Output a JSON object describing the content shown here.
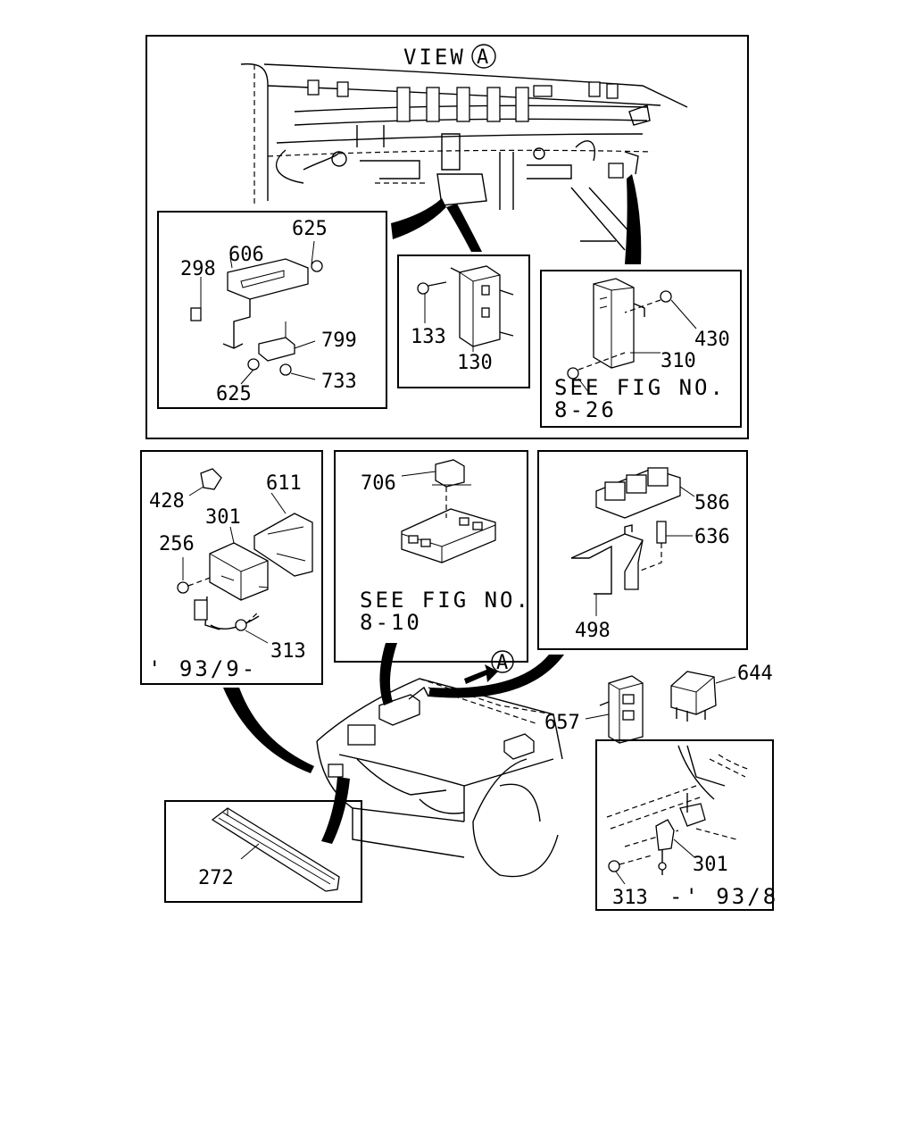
{
  "view": {
    "title": "VIEW",
    "marker": "A"
  },
  "front_marker": "A",
  "panels": {
    "bracket": {
      "parts": [
        "625",
        "606",
        "298",
        "799",
        "625",
        "733"
      ]
    },
    "relay_box": {
      "parts": [
        "133",
        "130"
      ]
    },
    "control_unit": {
      "parts": [
        "430",
        "310"
      ],
      "note_line1": "SEE FIG NO.",
      "note_line2": "8-26"
    },
    "horn": {
      "parts": [
        "428",
        "611",
        "301",
        "256",
        "313"
      ],
      "date": "' 93/9-"
    },
    "fuse_block": {
      "parts": [
        "706"
      ],
      "note_line1": "SEE FIG NO.",
      "note_line2": "8-10"
    },
    "relay_bracket": {
      "parts": [
        "586",
        "636",
        "498"
      ]
    },
    "strip": {
      "parts": [
        "272"
      ]
    },
    "horn_early": {
      "parts": [
        "301",
        "313"
      ],
      "date": "-' 93/8"
    }
  },
  "loose_parts": [
    "644",
    "657"
  ]
}
